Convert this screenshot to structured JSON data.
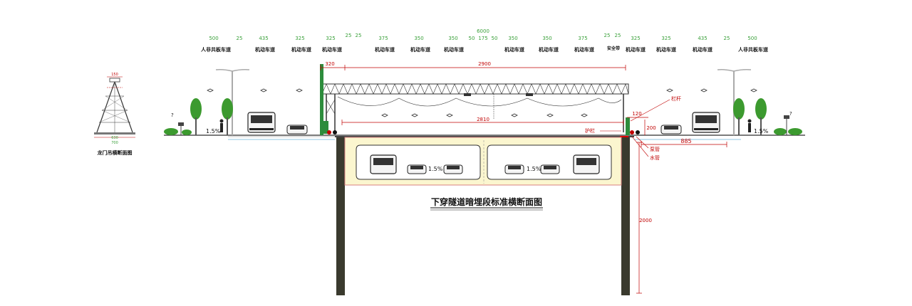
{
  "top_total": "6000",
  "lane_widths": [
    "500",
    "25",
    "435",
    "325",
    "325",
    "25",
    "25",
    "375",
    "350",
    "350",
    "50",
    "175",
    "50",
    "350",
    "350",
    "375",
    "25",
    "25",
    "325",
    "325",
    "435",
    "25",
    "500"
  ],
  "lanes": {
    "mixed_left": "人非共板车道",
    "motor": "机动车道",
    "safety": "安全带",
    "mixed_right": "人非共板车道"
  },
  "dims": {
    "span_2900": "2900",
    "left_320": "320",
    "inner_2810": "2810",
    "right_120": "120",
    "right_200": "200",
    "right_885": "885",
    "depth_2000": "2000"
  },
  "labels": {
    "railing": "栏杆",
    "guardrail": "护栏",
    "cable_pipe": "泵管",
    "water_pipe": "水管",
    "slope_left": "1.5%",
    "slope_right": "1.5%",
    "slope_tunnel_left": "1.5%",
    "slope_tunnel_right": "1.5%",
    "question_left": "?",
    "question_right": "?"
  },
  "gantry": {
    "title": "龙门吊横断面图",
    "top_dim": "150",
    "mid_dim": "630",
    "base_dim": "700"
  },
  "diagram_title": "下穿隧道暗埋段标准横断面图",
  "colors": {
    "green_dim": "#3aa03a",
    "red_dim": "#c00000",
    "tunnel_fill": "#fbf6cf",
    "wall": "#3a3a2e",
    "tree": "#3c9a2f"
  }
}
